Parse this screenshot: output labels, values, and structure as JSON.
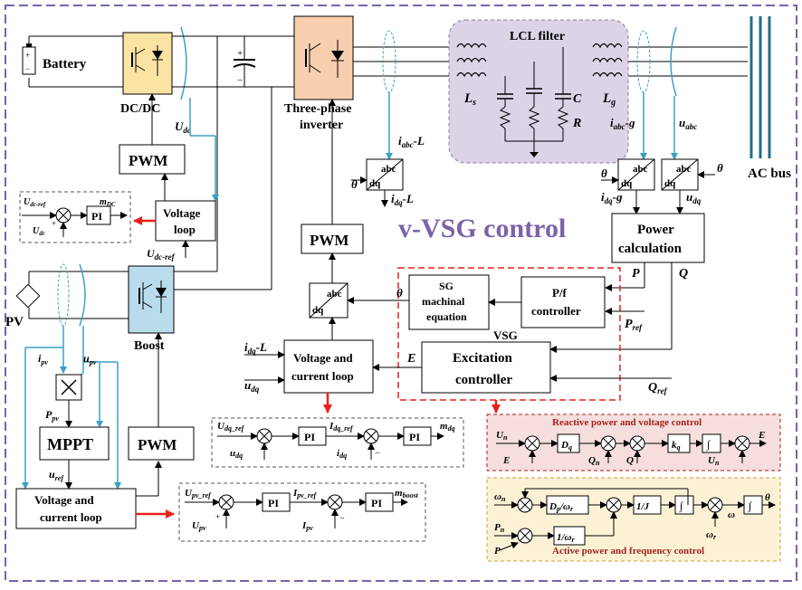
{
  "title": "v-VSG control",
  "colors": {
    "frame": "#7b62a8",
    "title": "#7b62a8",
    "wire": "#000000",
    "blue": "#3aa0c4",
    "red": "#e8201a",
    "dcdc_fill": "#fbe3a4",
    "inverter_fill": "#f7cfae",
    "boost_fill": "#b9dcec",
    "lcl_fill": "#dcd3e6",
    "reactive_panel": "#f6dede",
    "active_panel": "#fbf2d6",
    "panel_label": "#a5201c"
  },
  "labels": {
    "battery": "Battery",
    "dcdc": "DC/DC",
    "udc": "U",
    "udc_sub": "dc",
    "pwm": "PWM",
    "three_phase_1": "Three-phase",
    "three_phase_2": "inverter",
    "lcl_filter": "LCL filter",
    "ls": "L",
    "ls_sub": "s",
    "lg": "L",
    "lg_sub": "g",
    "c": "C",
    "r": "R",
    "ac_bus": "AC bus",
    "iabc_l": "i",
    "iabc_l_sub": "abc",
    "iabc_l_tail": "-L",
    "idq_l": "i",
    "idq_l_sub": "dq",
    "idq_l_tail": "-L",
    "iabc_g": "i",
    "iabc_g_sub": "abc",
    "iabc_g_tail": "-g",
    "uabc": "u",
    "uabc_sub": "abc",
    "idq_g": "i",
    "idq_g_sub": "dq",
    "idq_g_tail": "-g",
    "udq": "u",
    "udq_sub": "dq",
    "theta": "θ",
    "abc": "abc",
    "dq": "dq",
    "power_calc_1": "Power",
    "power_calc_2": "calculation",
    "p": "P",
    "q": "Q",
    "pref": "P",
    "pref_sub": "ref",
    "qref": "Q",
    "qref_sub": "ref",
    "sg_1": "SG",
    "sg_2": "machinal",
    "sg_3": "equation",
    "pf_1": "P/f",
    "pf_2": "controller",
    "vsg": "VSG",
    "exc_1": "Excitation",
    "exc_2": "controller",
    "e": "E",
    "vcl_1": "Voltage and",
    "vcl_2": "current loop",
    "vl_1": "Voltage",
    "vl_2": "loop",
    "udc_ref": "U",
    "udc_ref_sub": "dc-ref",
    "pi": "PI",
    "mdc": "m",
    "mdc_sub": "DC",
    "pv": "PV",
    "boost": "Boost",
    "ipv": "i",
    "ipv_sub": "pv",
    "upv": "u",
    "upv_sub": "pv",
    "ppv": "P",
    "ppv_sub": "pv",
    "mppt": "MPPT",
    "uref": "u",
    "uref_sub": "ref",
    "upv_ref": "U",
    "upv_ref_sub": "pv_ref",
    "upv_cap": "U",
    "upv_cap_sub": "pv",
    "ipv_ref": "I",
    "ipv_ref_sub": "pv_ref",
    "ipv_cap": "I",
    "ipv_cap_sub": "pv",
    "mboost": "m",
    "mboost_sub": "boost",
    "udq_ref": "U",
    "udq_ref_sub": "dq_ref",
    "idq_ref": "I",
    "idq_ref_sub": "dq_ref",
    "mdq": "m",
    "mdq_sub": "dq",
    "reactive_title": "Reactive power and voltage control",
    "active_title": "Active power and frequency control",
    "un": "U",
    "un_sub": "n",
    "dq_gain": "D",
    "dq_gain_sub": "q",
    "qn": "Q",
    "qn_sub": "n",
    "kq": "k",
    "kq_sub": "q",
    "integral": "∫",
    "omega_n": "ω",
    "omega_n_sub": "n",
    "dp_wr": "D",
    "dp_wr_sub": "p",
    "dp_wr_tail": "/ω",
    "dp_wr_tail_sub": "r",
    "one_over_j": "1/J",
    "pn": "P",
    "pn_sub": "n",
    "one_over_wr": "1/ω",
    "one_over_wr_sub": "r",
    "omega": "ω",
    "omega_r": "ω",
    "omega_r_sub": "r",
    "plus": "+",
    "minus": "−"
  }
}
